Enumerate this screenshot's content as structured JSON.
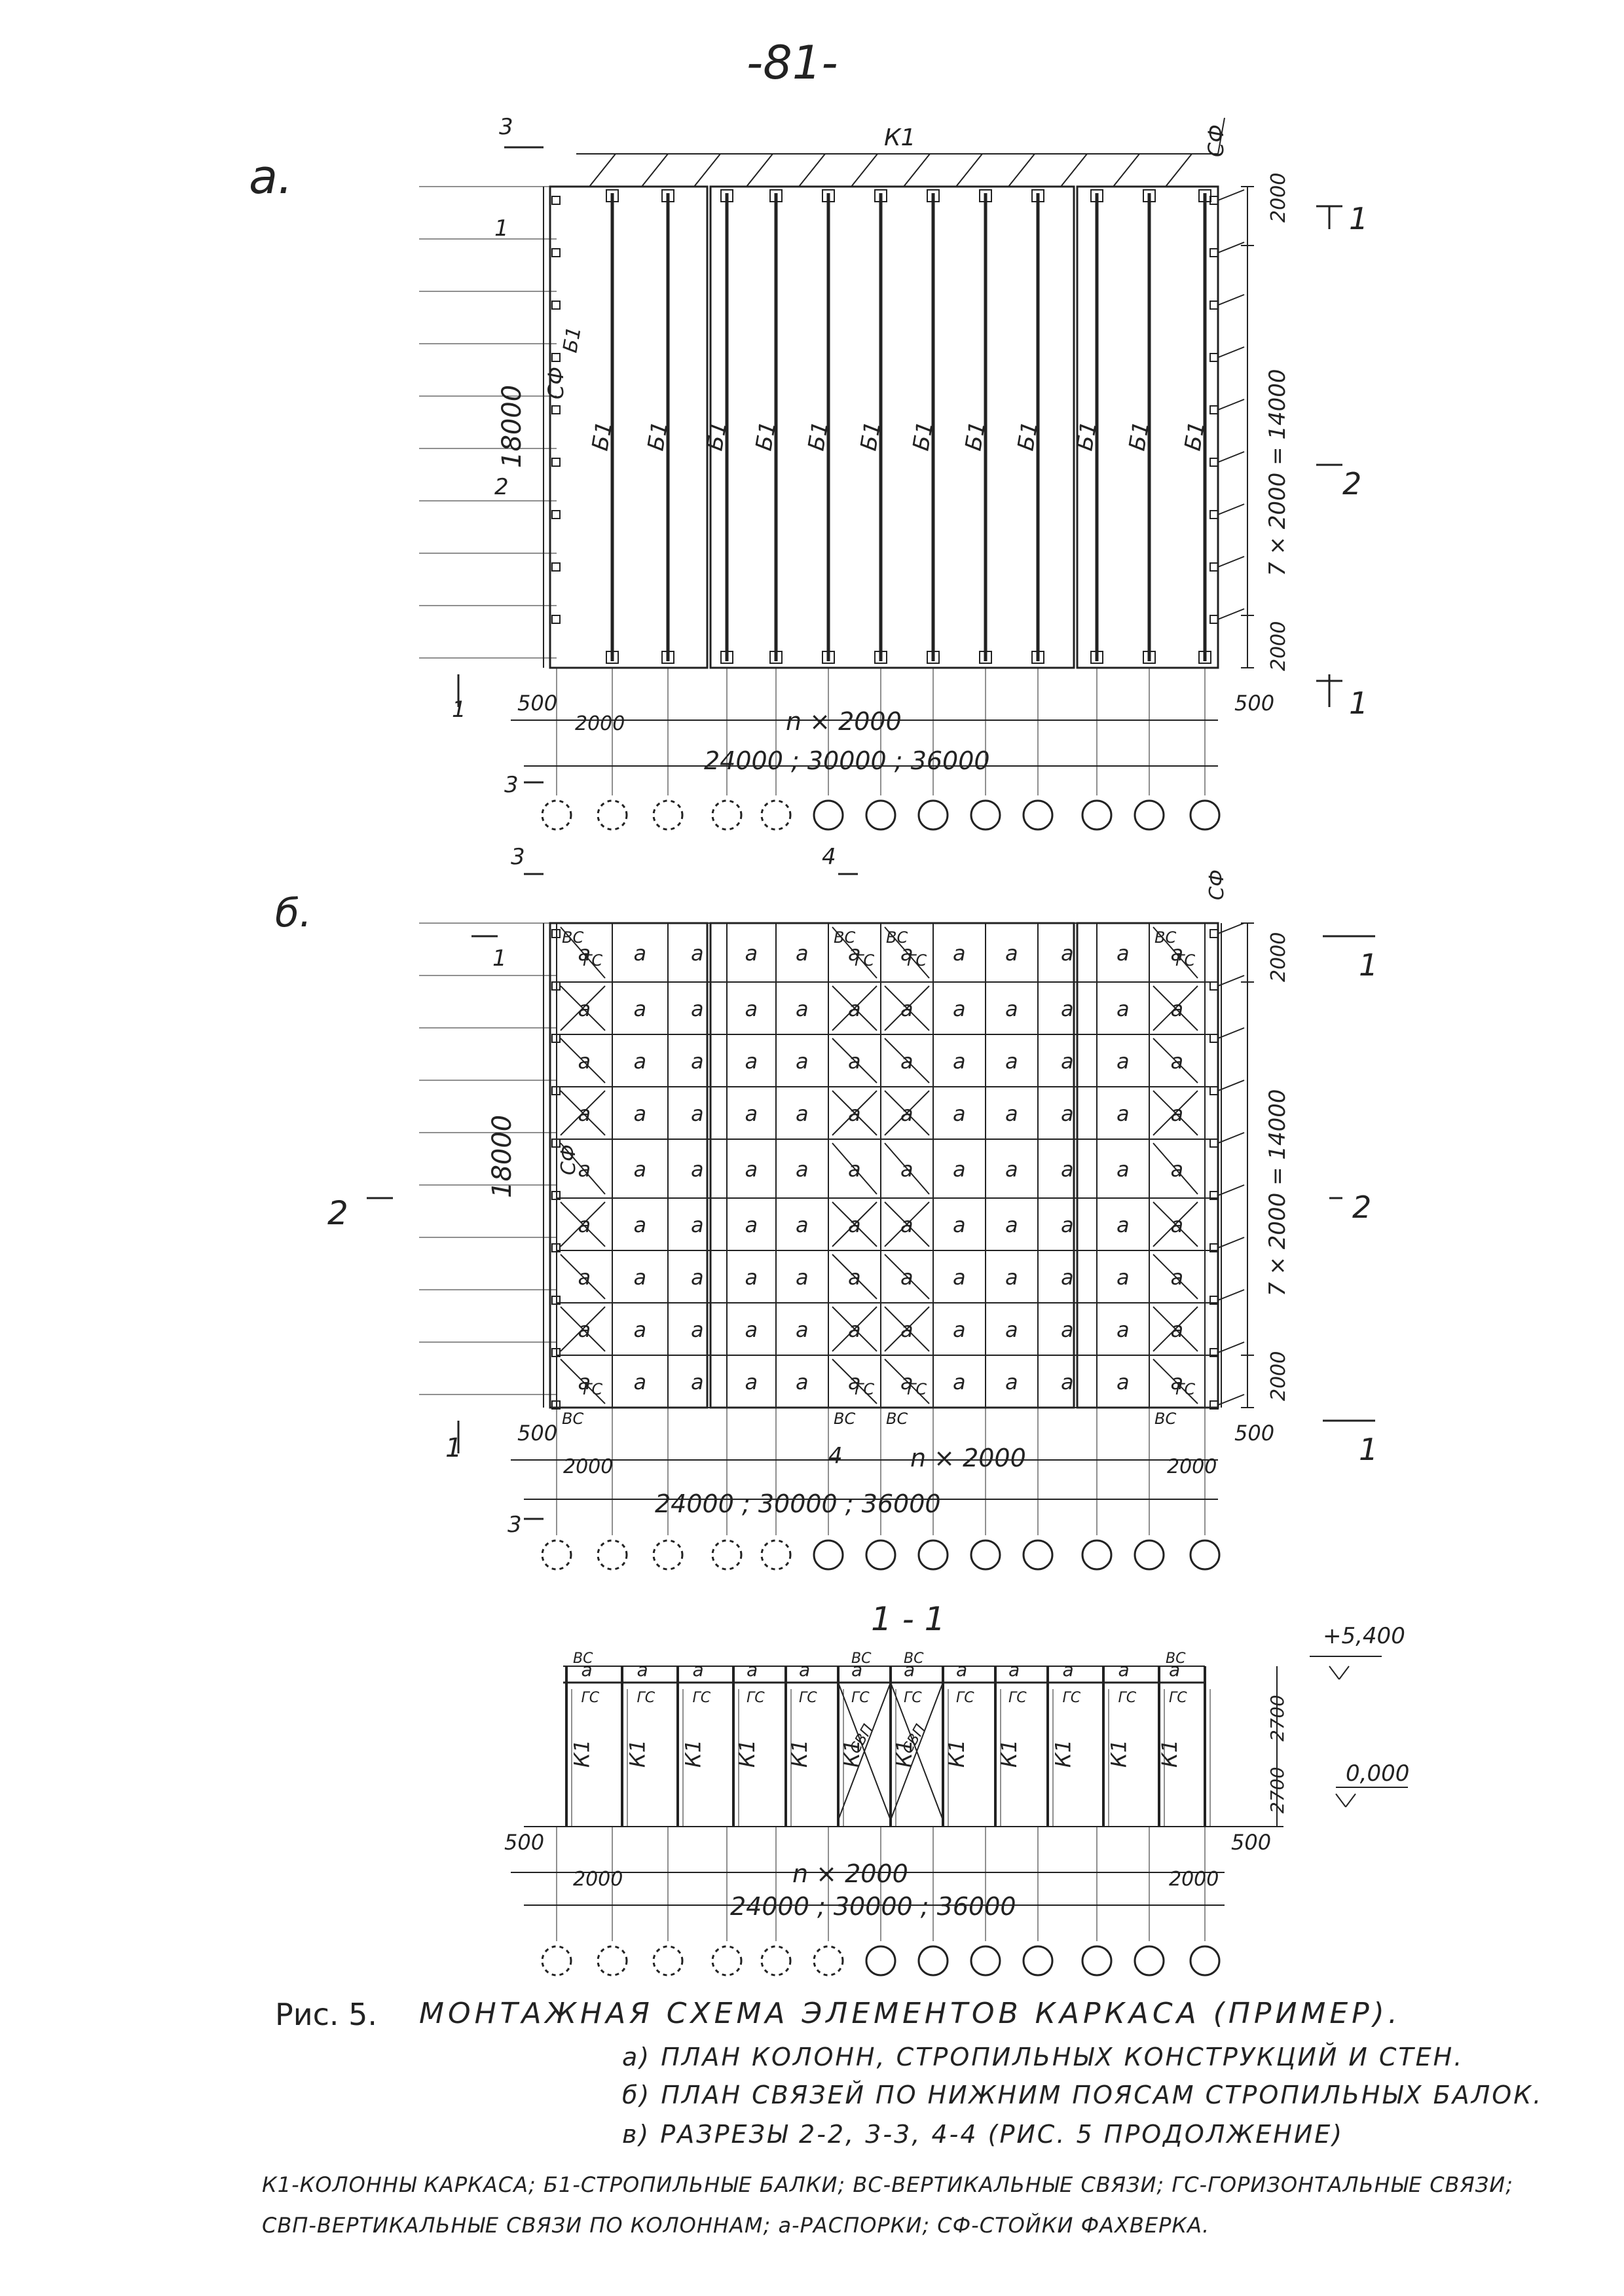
{
  "page_number": "-81-",
  "plan_a": {
    "letter": "а.",
    "top_label": "К1",
    "corner_label": "СФ",
    "beam_label": "Б1",
    "side_label": "СФ",
    "height_dim": "18000",
    "right_dims": [
      "2000",
      "7 × 2000 = 14000",
      "2000"
    ],
    "edge_left": "500",
    "edge_right": "500",
    "first_span": "2000",
    "span_note": "n × 2000",
    "total_dims": "24000 ; 30000 ; 36000",
    "section_marks": {
      "s1": "1",
      "s2": "2",
      "s3": "3"
    }
  },
  "plan_b": {
    "letter": "б.",
    "side_label": "СФ",
    "corner_label": "СФ",
    "height_dim": "18000",
    "right_dims": [
      "2000",
      "7 × 2000 = 14000",
      "2000"
    ],
    "edge_left": "500",
    "edge_right": "500",
    "first_span": "2000",
    "last_span": "2000",
    "span_note": "n × 2000",
    "total_dims": "24000 ; 30000 ; 36000",
    "section_marks": {
      "s1": "1",
      "s2": "2",
      "s3": "3",
      "s4": "4"
    },
    "labels": {
      "strut": "а",
      "horiz": "ГС",
      "vert": "ВС"
    }
  },
  "section_1_1": {
    "title": "1 - 1",
    "top_mark": "+5,400",
    "zero_mark": "0,000",
    "column_label": "К1",
    "vert_label": "ВС",
    "horiz_label": "ГС",
    "strut_label": "а",
    "column_brace_label": "СВП",
    "height_dims": [
      "2700",
      "2700"
    ],
    "edge_left": "500",
    "edge_right": "500",
    "first_span": "2000",
    "last_span": "2000",
    "span_note": "n × 2000",
    "total_dims": "24000 ; 30000 ; 36000"
  },
  "caption": {
    "fig": "Рис. 5.",
    "title": "МОНТАЖНАЯ СХЕМА ЭЛЕМЕНТОВ КАРКАСА (ПРИМЕР).",
    "items": [
      "а) ПЛАН КОЛОНН, СТРОПИЛЬНЫХ КОНСТРУКЦИЙ И СТЕН.",
      "б) ПЛАН СВЯЗЕЙ ПО НИЖНИМ ПОЯСАМ СТРОПИЛЬНЫХ БАЛОК.",
      "в) РАЗРЕЗЫ 2-2, 3-3, 4-4 (РИС. 5 ПРОДОЛЖЕНИЕ)"
    ],
    "legend_1": "К1-КОЛОННЫ КАРКАСА; Б1-СТРОПИЛЬНЫЕ БАЛКИ; ВС-ВЕРТИКАЛЬНЫЕ СВЯЗИ; ГС-ГОРИЗОНТАЛЬНЫЕ СВЯЗИ;",
    "legend_2": "СВП-ВЕРТИКАЛЬНЫЕ СВЯЗИ ПО КОЛОННАМ; а-РАСПОРКИ; СФ-СТОЙКИ ФАХВЕРКА."
  }
}
